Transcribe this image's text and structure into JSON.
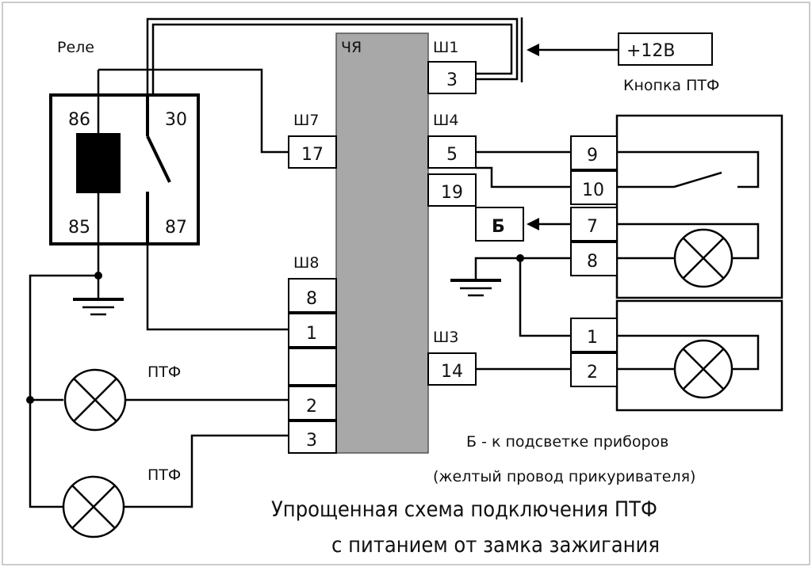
{
  "labels": {
    "relay": "Реле",
    "block": "ЧЯ",
    "sh1": "Ш1",
    "sh7": "Ш7",
    "sh4": "Ш4",
    "sh8": "Ш8",
    "sh3": "Ш3",
    "plus12": "+12В",
    "button": "Кнопка ПТФ",
    "b_box": "Б",
    "ptf1": "ПТФ",
    "ptf2": "ПТФ",
    "note1": "Б - к подсветке приборов",
    "note2": "(желтый провод прикуривателя)",
    "title1": "Упрощенная схема подключения ПТФ",
    "title2": "с питанием от замка зажигания"
  },
  "relay_pins": {
    "p86": "86",
    "p30": "30",
    "p85": "85",
    "p87": "87"
  },
  "block_pins": {
    "sh1_3": "3",
    "sh7_17": "17",
    "sh4_5": "5",
    "sh4_19": "19",
    "sh8_8": "8",
    "sh8_1": "1",
    "sh8_2": "2",
    "sh8_3": "3",
    "sh3_14": "14"
  },
  "button_pins": {
    "p9": "9",
    "p10": "10",
    "p7": "7",
    "p8": "8"
  },
  "lower_switch_pins": {
    "p1": "1",
    "p2": "2"
  }
}
